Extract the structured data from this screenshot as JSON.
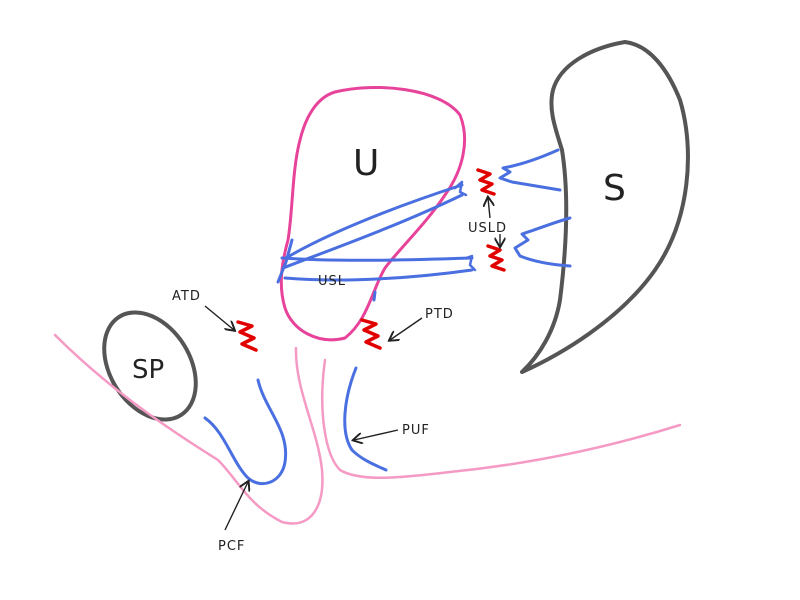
{
  "diagram": {
    "labels": {
      "u": "U",
      "s": "S",
      "sp": "SP",
      "usl": "USL",
      "usld": "USLD",
      "atd": "ATD",
      "ptd": "PTD",
      "puf": "PUF",
      "pcf": "PCF"
    },
    "colors": {
      "uterus": "#e8439a",
      "vagina": "#f59ac4",
      "ligament": "#4a6fe0",
      "defect": "#e00000",
      "bone": "#555555",
      "text": "#222222"
    }
  }
}
